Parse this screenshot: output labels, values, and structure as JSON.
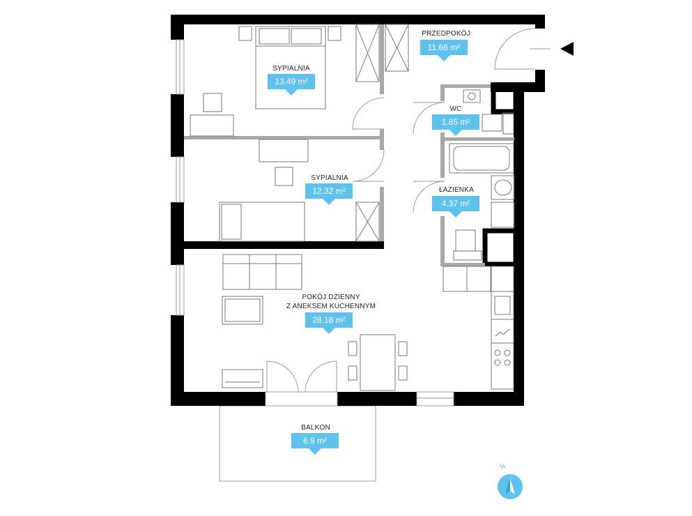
{
  "rooms": {
    "bedroom1": {
      "name": "SYPIALNIA",
      "area": "13.49 m²"
    },
    "bedroom2": {
      "name": "SYPIALNIA",
      "area": "12.32 m²"
    },
    "hall": {
      "name": "PRZEDPOKÓJ",
      "area": "11.66 m²"
    },
    "wc": {
      "name": "WC",
      "area": "1.85 m²"
    },
    "bathroom": {
      "name": "ŁAZIENKA",
      "area": "4.37 m²"
    },
    "living": {
      "name_line1": "POKÓJ DZIENNY",
      "name_line2": "Z ANEKSEM KUCHENNYM",
      "area": "28.18 m²"
    },
    "balcony": {
      "name": "BALKON",
      "area": "6.9 m²"
    }
  },
  "compass": {
    "label": "N"
  },
  "colors": {
    "wall": "#000000",
    "partition": "#a8a8a8",
    "furniture": "#777777",
    "badge": "#5ec2ee"
  }
}
